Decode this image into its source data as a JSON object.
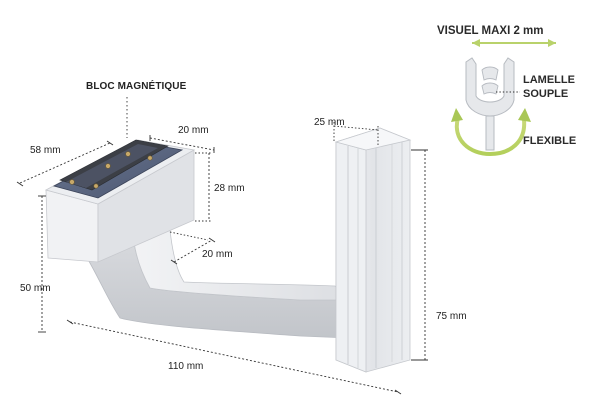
{
  "callouts": {
    "magnet_block": "BLOC MAGNÉTIQUE",
    "visual": "VISUEL MAXI 2 mm",
    "lamella": "LAMELLE",
    "flexible_material": "SOUPLE",
    "flex": "FLEXIBLE"
  },
  "dimensions": {
    "depth": "58 mm",
    "block_width": "20 mm",
    "block_height": "28 mm",
    "arm_width": "20 mm",
    "total_height": "50 mm",
    "length": "110 mm",
    "clip_width": "25 mm",
    "clip_height": "75 mm"
  },
  "colors": {
    "accent_green": "#9bc94a",
    "plastic": "#e6e7ea",
    "magnet_steel": "#5e6a86"
  }
}
